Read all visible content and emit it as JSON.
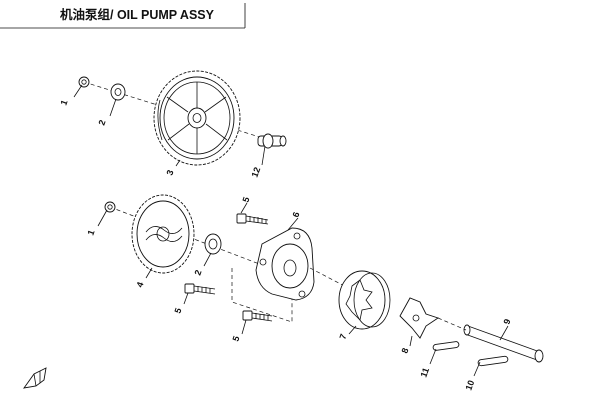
{
  "title": "机油泵组/ OIL PUMP ASSY",
  "callouts": [
    {
      "id": "c1a",
      "text": "1"
    },
    {
      "id": "c2a",
      "text": "2"
    },
    {
      "id": "c3",
      "text": "3"
    },
    {
      "id": "c12",
      "text": "12"
    },
    {
      "id": "c5a",
      "text": "5"
    },
    {
      "id": "c6",
      "text": "6"
    },
    {
      "id": "c1b",
      "text": "1"
    },
    {
      "id": "c2b",
      "text": "2"
    },
    {
      "id": "c4",
      "text": "4"
    },
    {
      "id": "c5b",
      "text": "5"
    },
    {
      "id": "c5c",
      "text": "5"
    },
    {
      "id": "c7",
      "text": "7"
    },
    {
      "id": "c8",
      "text": "8"
    },
    {
      "id": "c9",
      "text": "9"
    },
    {
      "id": "c11",
      "text": "11"
    },
    {
      "id": "c10",
      "text": "10"
    }
  ],
  "icons": {
    "direction": "direction-arrow-icon"
  }
}
